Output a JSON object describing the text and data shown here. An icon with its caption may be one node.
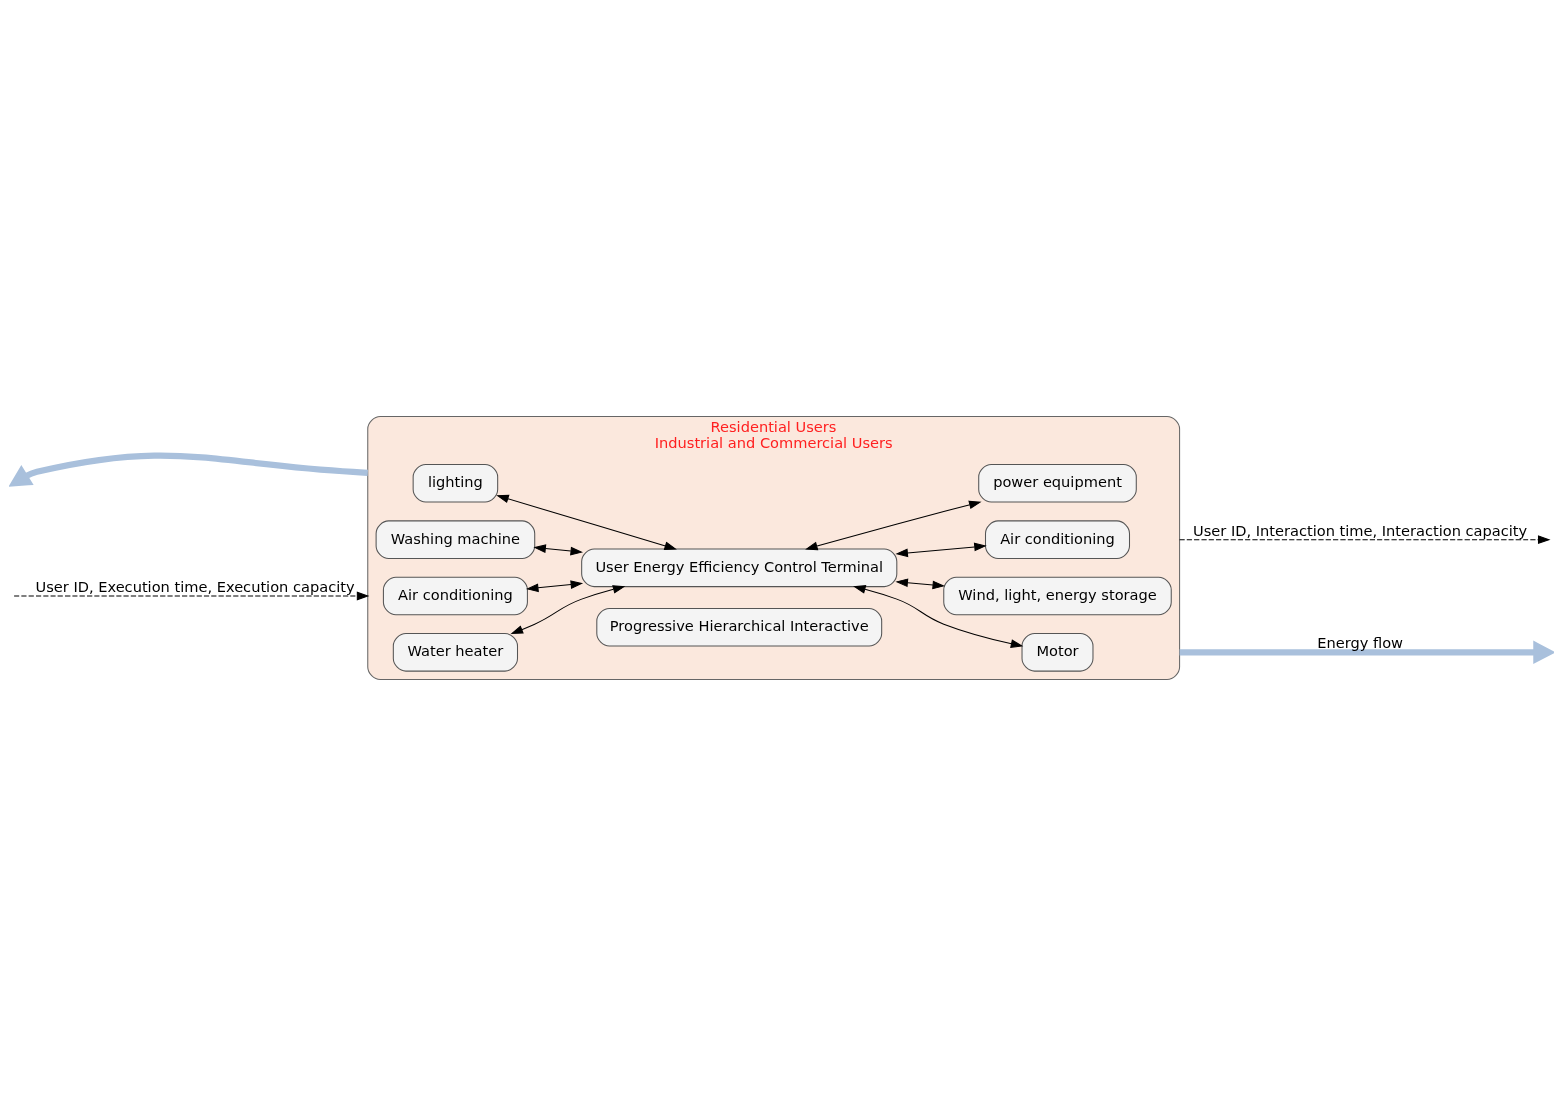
{
  "diagram": {
    "nodes": [
      {
        "text": [
          "Residential Users",
          "Industrial and Commercial Users"
        ]
      },
      {
        "text": [
          "Air conditioning"
        ],
        "in": 0
      },
      {
        "text": [
          "Washing machine"
        ],
        "in": 0
      },
      {
        "text": [
          "lighting"
        ],
        "in": 0
      },
      {
        "text": [
          "Water heater"
        ],
        "in": 0
      },
      {
        "text": [
          "User Energy Efficiency Control Terminal"
        ],
        "in": 0
      },
      {
        "text": [
          "Air conditioning"
        ],
        "in": 0
      },
      {
        "text": [
          "Wind, light, energy storage"
        ],
        "in": 0
      },
      {
        "text": [
          "Motor"
        ],
        "in": 0
      },
      {
        "text": [
          "power equipment"
        ],
        "in": 0
      },
      {
        "text": [
          "Progressive Hierarchical Interactive"
        ],
        "in": 0
      }
    ],
    "edges": [
      {
        "from": 1,
        "to": 5,
        "arrow": "both"
      },
      {
        "from": 2,
        "to": 5,
        "arrow": "both"
      },
      {
        "from": 3,
        "to": 5,
        "arrow": "both"
      },
      {
        "from": 4,
        "to": 5,
        "arrow": "both"
      },
      {
        "from": 5,
        "to": 6,
        "arrow": "both"
      },
      {
        "from": 5,
        "to": 7,
        "arrow": "both"
      },
      {
        "from": 5,
        "to": 8,
        "arrow": "both"
      },
      {
        "from": 5,
        "to": 9,
        "arrow": "both"
      },
      {
        "from": 0,
        "to": null,
        "arrow": "to",
        "style": "dashed",
        "label": "User ID, Interaction time, Interaction capacity"
      },
      {
        "from": 0,
        "to": null,
        "arrow": "to",
        "style": "thick",
        "color": "#a9c0dc",
        "label": "Energy flow"
      },
      {
        "from": 0,
        "to": null,
        "arrow": "to",
        "style": "thick",
        "color": "#a9c0dc"
      },
      {
        "from": null,
        "to": 0,
        "arrow": "to",
        "style": "dashed",
        "label": "User ID, Execution time, Execution capacity"
      }
    ]
  }
}
